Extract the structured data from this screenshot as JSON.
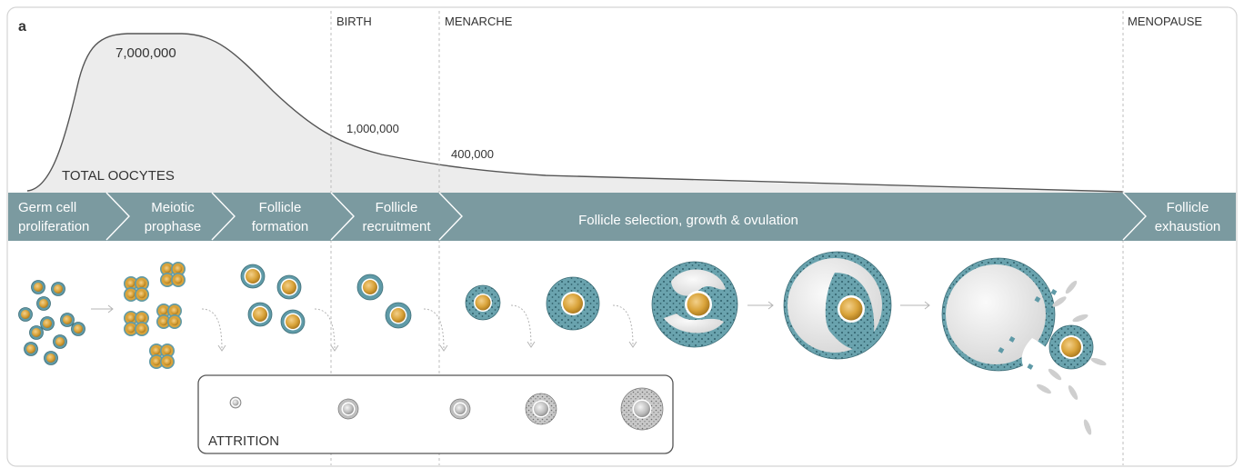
{
  "panel_label": "a",
  "milestones": {
    "birth": "BIRTH",
    "menarche": "MENARCHE",
    "menopause": "MENOPAUSE"
  },
  "curve": {
    "peak_label": "7,000,000",
    "birth_label": "1,000,000",
    "menarche_label": "400,000",
    "series_label": "TOTAL OOCYTES"
  },
  "stages": [
    {
      "line1": "Germ cell",
      "line2": "proliferation"
    },
    {
      "line1": "Meiotic",
      "line2": "prophase"
    },
    {
      "line1": "Follicle",
      "line2": "formation"
    },
    {
      "line1": "Follicle",
      "line2": "recruitment"
    },
    {
      "line1": "Follicle selection, growth & ovulation",
      "line2": ""
    },
    {
      "line1": "Follicle",
      "line2": "exhaustion"
    }
  ],
  "attrition": {
    "label": "ATTRITION"
  },
  "colors": {
    "band": "#7b9aa0",
    "curve_fill": "#ececec",
    "curve_stroke": "#555555",
    "granulosa": "#5f9aa7",
    "oocyte": "#d9a33a",
    "antrum": "#e6e6e6",
    "divider": "#bdbdbd"
  }
}
